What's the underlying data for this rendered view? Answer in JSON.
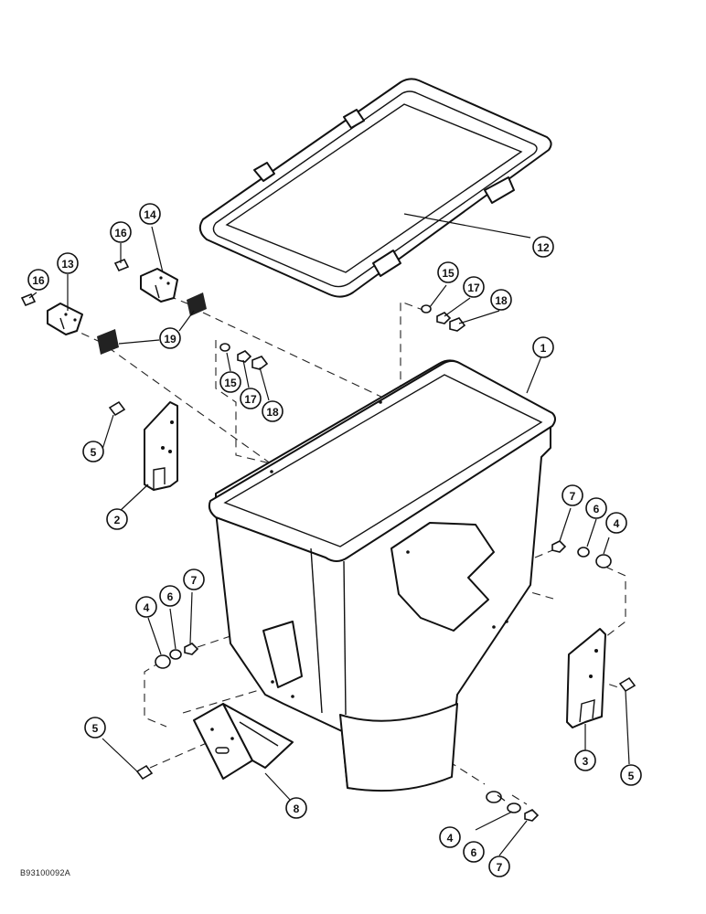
{
  "figure": {
    "reference_code": "B93100092A"
  },
  "callouts": [
    {
      "label": "1"
    },
    {
      "label": "2"
    },
    {
      "label": "3"
    },
    {
      "label": "4"
    },
    {
      "label": "4"
    },
    {
      "label": "4"
    },
    {
      "label": "5"
    },
    {
      "label": "5"
    },
    {
      "label": "5"
    },
    {
      "label": "6"
    },
    {
      "label": "6"
    },
    {
      "label": "6"
    },
    {
      "label": "7"
    },
    {
      "label": "7"
    },
    {
      "label": "7"
    },
    {
      "label": "8"
    },
    {
      "label": "12"
    },
    {
      "label": "13"
    },
    {
      "label": "14"
    },
    {
      "label": "15"
    },
    {
      "label": "15"
    },
    {
      "label": "16"
    },
    {
      "label": "16"
    },
    {
      "label": "17"
    },
    {
      "label": "17"
    },
    {
      "label": "18"
    },
    {
      "label": "18"
    },
    {
      "label": "19"
    }
  ]
}
